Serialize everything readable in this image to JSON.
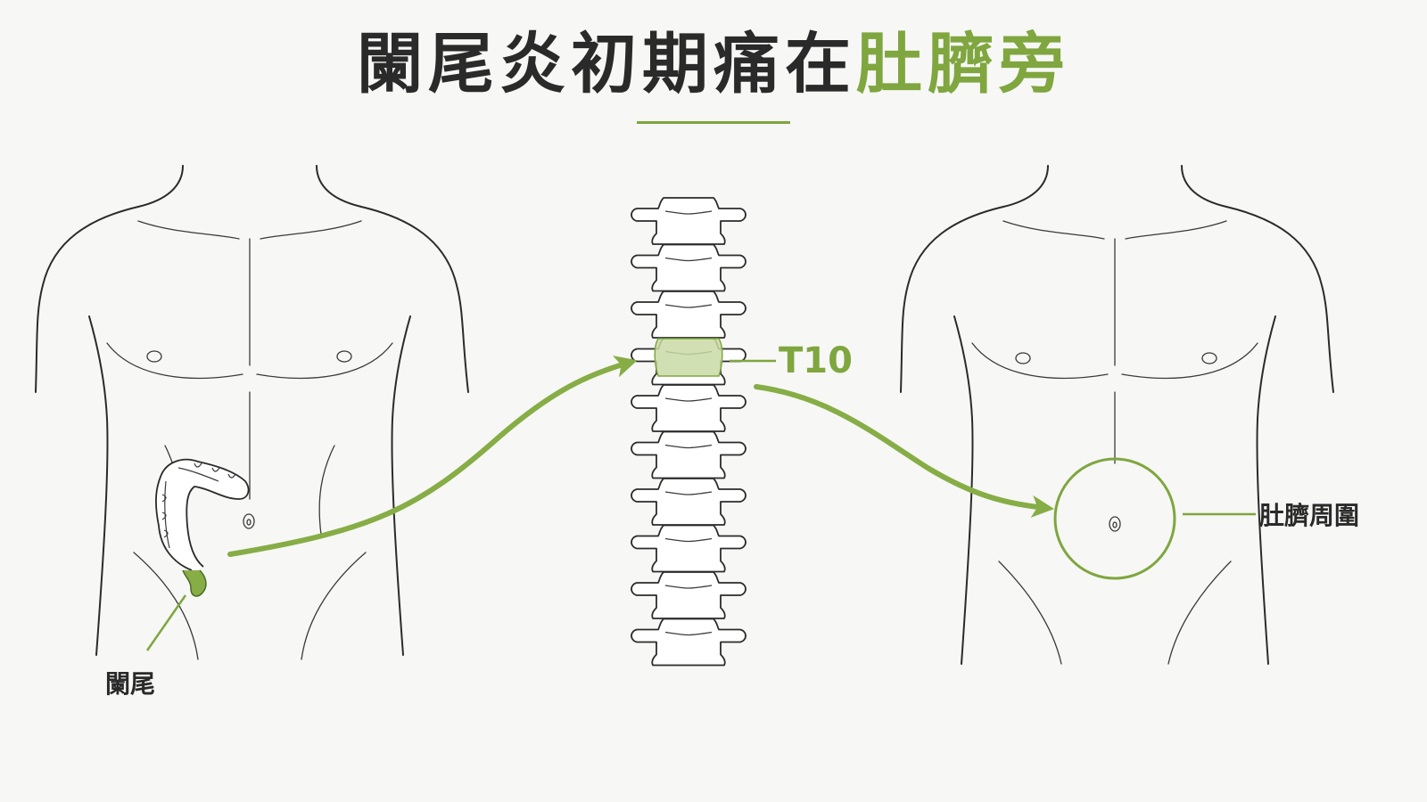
{
  "title": {
    "prefix": "闌尾炎初期痛在",
    "highlight": "肚臍旁"
  },
  "labels": {
    "appendix": "闌尾",
    "vertebra": "T10",
    "navel_area": "肚臍周圍"
  },
  "colors": {
    "accent": "#7fa63f",
    "arrow": "#86ad46",
    "highlight_fill": "#c9dba4",
    "line": "#2b2b2b",
    "text": "#2a2a2a",
    "background": "#f7f7f5"
  },
  "icons": {
    "left_torso": "torso-outline-icon",
    "colon": "colon-icon",
    "spine": "spine-icon",
    "right_torso": "torso-outline-icon",
    "arrow": "arrow-icon"
  }
}
